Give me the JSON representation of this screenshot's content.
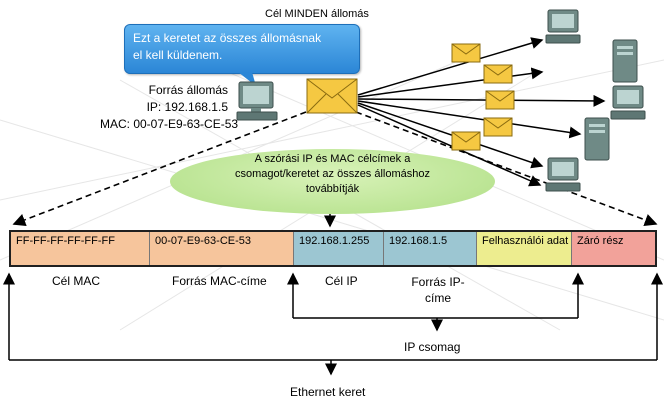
{
  "header": {
    "dest_all": "Cél MINDEN állomás"
  },
  "bubble": {
    "line1": "Ezt a keretet az összes állomásnak",
    "line2": "el kell küldenem."
  },
  "source": {
    "title": "Forrás állomás",
    "ip": "IP: 192.168.1.5",
    "mac": "MAC: 00-07-E9-63-CE-53"
  },
  "broadcast_note": {
    "line1": "A szórási IP és MAC célcímek a",
    "line2": "csomagot/keretet az összes állomáshoz",
    "line3": "továbbítják"
  },
  "frame": {
    "fields": [
      {
        "value": "FF-FF-FF-FF-FF-FF",
        "color": "#f6c59c"
      },
      {
        "value": "00-07-E9-63-CE-53",
        "color": "#f6c59c"
      },
      {
        "value": "192.168.1.255",
        "color": "#9cc6d2"
      },
      {
        "value": "192.168.1.5",
        "color": "#9cc6d2"
      },
      {
        "value": "Felhasználói adat",
        "color": "#eded8f"
      },
      {
        "value": "Záró rész",
        "color": "#f2a29a"
      }
    ],
    "captions": {
      "dest_mac": "Cél MAC",
      "src_mac": "Forrás MAC-címe",
      "dest_ip": "Cél IP",
      "src_ip_1": "Forrás IP-",
      "src_ip_2": "címe",
      "ip_packet": "IP csomag",
      "ethernet_frame": "Ethernet keret"
    }
  },
  "colors": {
    "bubble": "#3a96e0",
    "ellipse": "#b9e393",
    "envelope": "#f5c842",
    "grid": "#e4e4e4"
  },
  "icons": [
    "desktop-computer-icon",
    "tower-server-icon",
    "envelope-icon"
  ]
}
